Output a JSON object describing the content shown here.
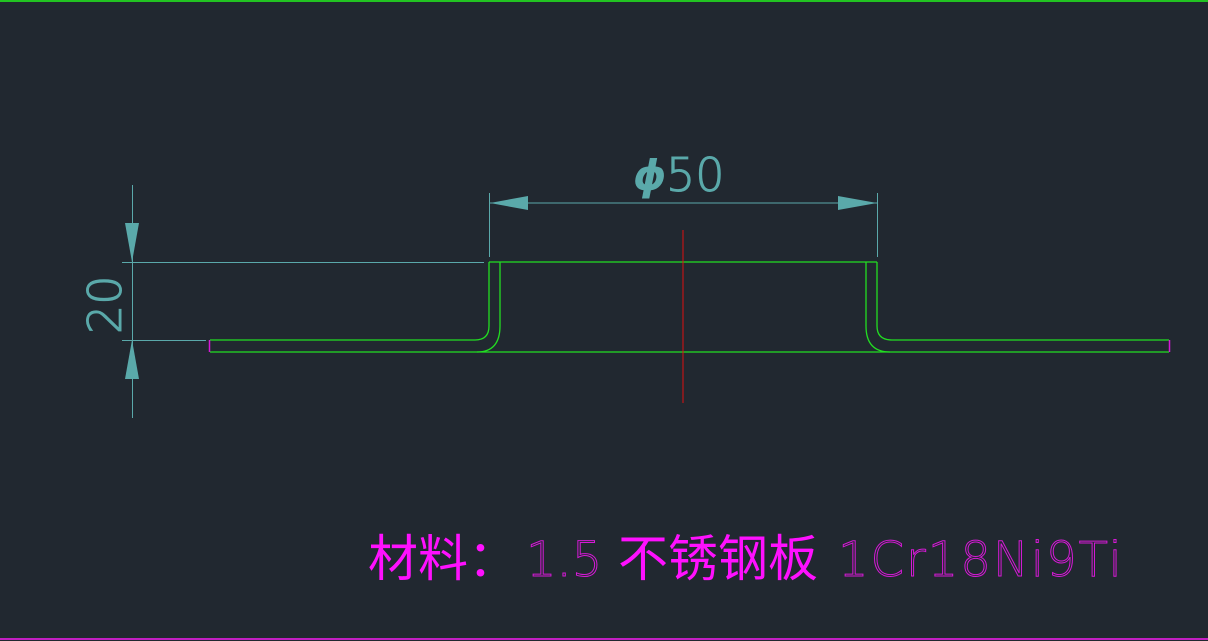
{
  "drawing": {
    "background": "#212830",
    "colors": {
      "geometry": "#22dd22",
      "dimension": "#5aa9aa",
      "centerline": "#dd1111",
      "text": "#ff10ff",
      "end_caps": "#d61ad6"
    },
    "dimensions": {
      "diameter": {
        "symbol": "ϕ",
        "value": "50",
        "label": "ϕ50"
      },
      "height": {
        "value": "20",
        "label": "20"
      }
    },
    "material_note": {
      "prefix": "材料：",
      "thickness": "1.5",
      "material_cn": "不锈钢板",
      "grade": "1Cr18Ni9Ti",
      "full_text": "材料：1.5不锈钢板1Cr18Ni9Ti"
    }
  }
}
